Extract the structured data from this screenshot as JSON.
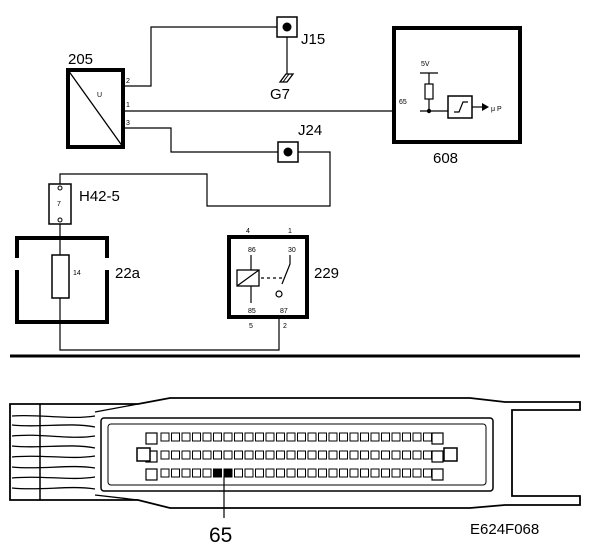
{
  "components": {
    "c205": "205",
    "c205_inner": "U",
    "c205_pins": [
      "2",
      "1",
      "3"
    ],
    "j15": "J15",
    "g7": "G7",
    "j24": "J24",
    "h42": "H42-5",
    "h42_pin": "7",
    "c22a": "22a",
    "c22a_pin": "14",
    "c229": "229",
    "c229_pins": {
      "top_left": "4",
      "top_right": "1",
      "in_tl": "86",
      "in_tr": "30",
      "in_bl": "85",
      "in_br": "87",
      "bot_left": "5",
      "bot_right": "2"
    },
    "c608": "608",
    "c608_pin": "65",
    "c608_voltage": "5V",
    "c608_output": "μ P"
  },
  "connector": {
    "pin_label": "65"
  },
  "figure_id": "E624F068"
}
